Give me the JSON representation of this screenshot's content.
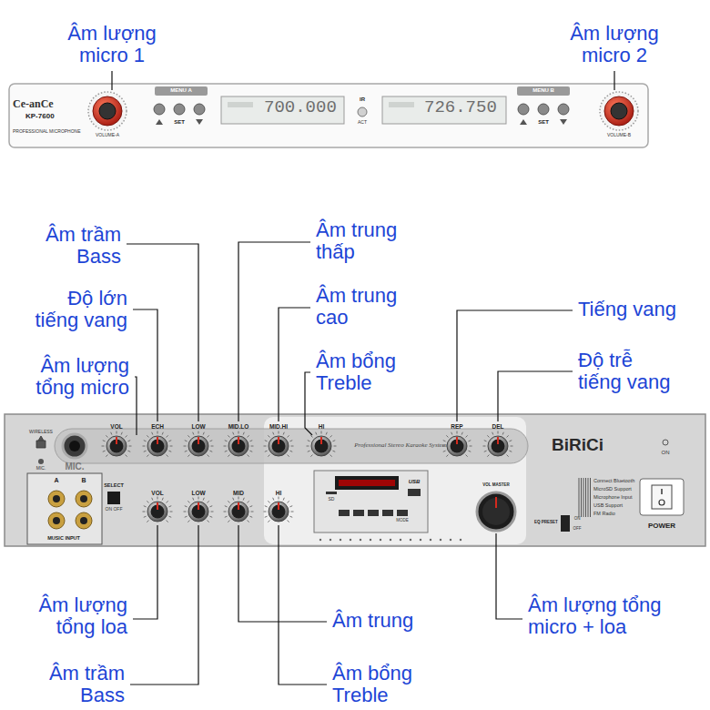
{
  "diagram": {
    "labels": [
      "Âm lượng micro 1",
      "Âm lượng micro 2",
      "Ce-anCe",
      "KP-7600",
      "PROFESSIONAL MICROPHONE",
      "VOLUME-A",
      "MENU A",
      "SET",
      "700.000",
      "IR",
      "ACT",
      "726.750",
      "MENU B",
      "SET",
      "VOLUME-B",
      "Âm trầm Bass",
      "Âm trung thấp",
      "Độ lớn tiếng vang",
      "Âm trung cao",
      "Tiếng vang",
      "Âm lượng tổng micro",
      "Âm bổng Treble",
      "Độ trễ tiếng vang",
      "WIRELESS",
      "MIC.",
      "MIC.",
      "VOL",
      "ECH",
      "LOW",
      "MID.LO",
      "MID.HI",
      "HI",
      "Professional Stereo Karaoke System",
      "REP",
      "DEL",
      "BiRiCi",
      "ON",
      "A",
      "B",
      "SELECT",
      "ON OFF",
      "MUSIC INPUT",
      "VOL",
      "LOW",
      "MID",
      "HI",
      "USB",
      "SD",
      "MODE",
      "VOL MASTER",
      "EQ PRESET",
      "ON",
      "OFF",
      "Connect Bluetooth",
      "MicroSD Support",
      "Microphone Input",
      "USB Support",
      "FM Radio",
      "POWER",
      "Âm lượng tổng loa",
      "Âm trung",
      "Âm lượng tổng micro + loa",
      "Âm trầm Bass",
      "Âm bổng Treble"
    ]
  }
}
